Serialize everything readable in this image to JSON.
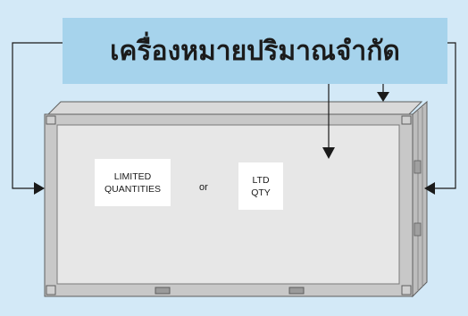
{
  "title": "เครื่องหมายปริมาณจำกัด",
  "labels": {
    "limited_quantities": "LIMITED\nQUANTITIES",
    "or": "or",
    "ltd_qty": "LTD\nQTY"
  },
  "colors": {
    "background": "#d3e9f7",
    "title_band": "#a6d3ec",
    "container_body": "#e7e7e7",
    "container_frame": "#b0b0b0",
    "outline": "#5e5e5e",
    "arrow": "#1a1a1a",
    "label_box": "#ffffff"
  }
}
